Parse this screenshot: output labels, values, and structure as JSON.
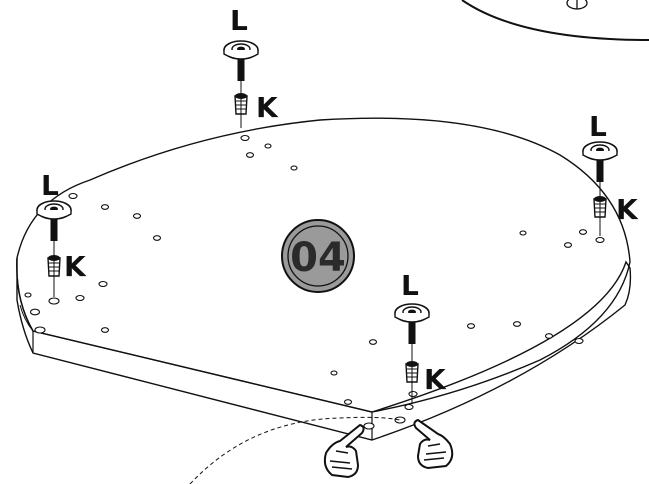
{
  "step": {
    "number": "04"
  },
  "parts": {
    "bolt_label": "L",
    "insert_label": "K"
  },
  "colors": {
    "ink": "#111111",
    "step_fill": "#9a9a9a",
    "paper": "#ffffff"
  },
  "icons": [
    "pointing-hand-icon",
    "detail-zoom-circle"
  ]
}
